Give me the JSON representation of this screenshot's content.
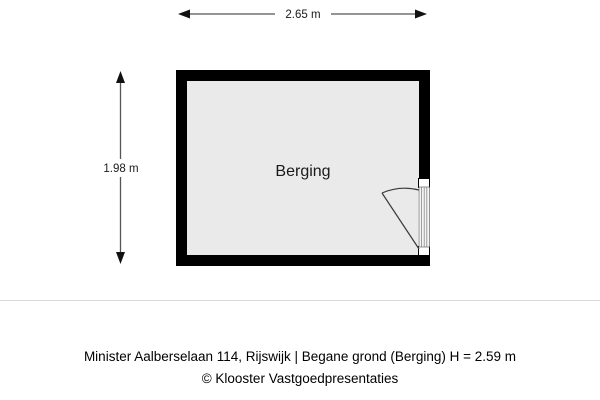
{
  "plan": {
    "room_label": "Berging",
    "width_dimension": "2.65 m",
    "height_dimension": "1.98 m",
    "wall_color": "#000000",
    "floor_color": "#eaeaea",
    "dimension_line_color": "#555555",
    "door": {
      "type": "single-swing-door",
      "wall": "right",
      "hinge": "bottom",
      "swing": "inward-left"
    }
  },
  "footer": {
    "title": "Minister Aalberselaan 114, Rijswijk | Begane grond (Berging)  H = 2.59 m",
    "copyright": "© Klooster Vastgoedpresentaties"
  }
}
